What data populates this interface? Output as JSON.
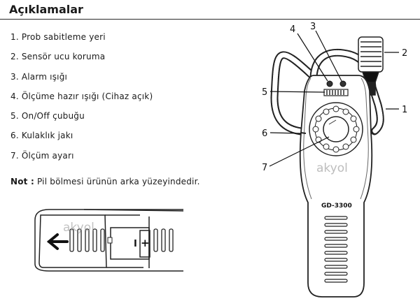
{
  "header": {
    "title": "Açıklamalar"
  },
  "items": [
    "1. Prob sabitleme yeri",
    "2. Sensör ucu koruma",
    "3. Alarm ışığı",
    "4. Ölçüme hazır ışığı (Cihaz açık)",
    "5. On/Off çubuğu",
    "6. Kulaklık jakı",
    "7. Ölçüm ayarı"
  ],
  "note": {
    "label": "Not :",
    "text": " Pil bölmesi ürünün arka yüzeyindedir."
  },
  "device": {
    "model": "GD-3300",
    "watermark": "akyol",
    "callouts": [
      "1",
      "2",
      "3",
      "4",
      "5",
      "6",
      "7"
    ]
  },
  "battery": {
    "watermark": "akyol",
    "minus": "I",
    "plus": "+"
  }
}
